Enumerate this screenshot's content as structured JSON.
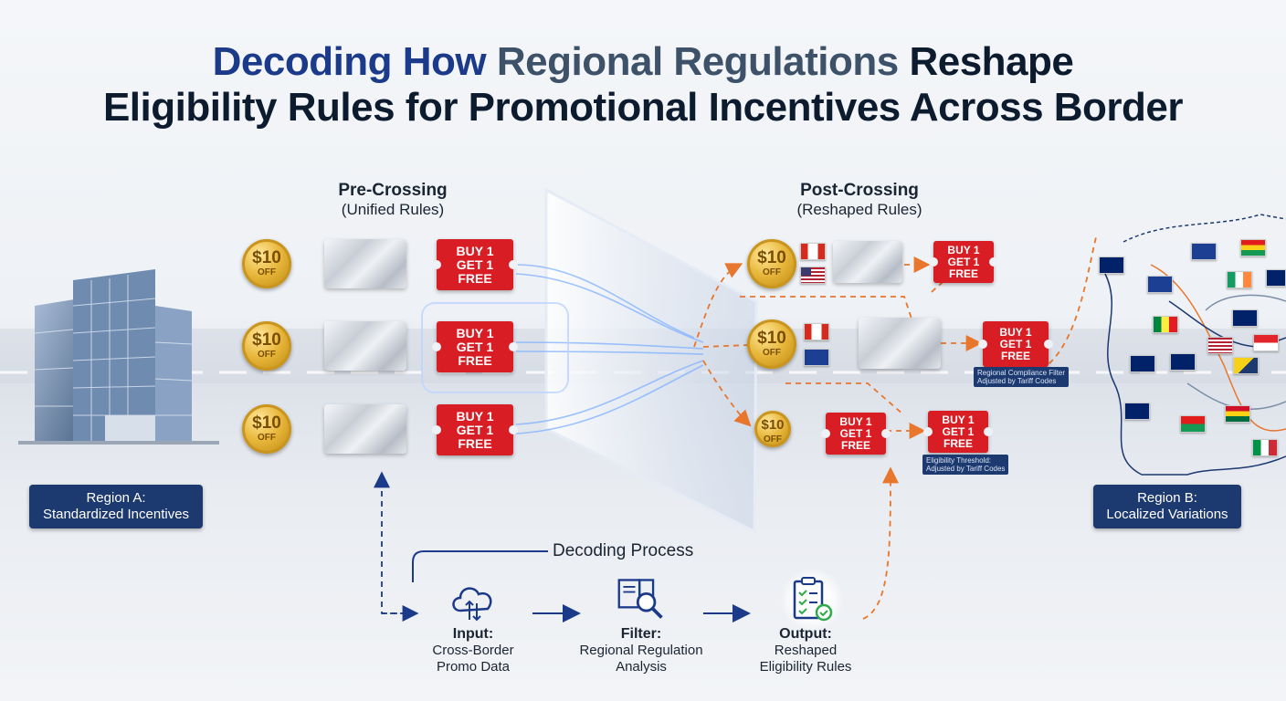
{
  "title": {
    "part1": "Decoding How",
    "part2": "Regional Regulations",
    "part3": "Reshape",
    "line2": "Eligibility Rules for Promotional Incentives Across Border"
  },
  "pre": {
    "heading": "Pre-Crossing",
    "sub": "(Unified Rules)"
  },
  "post": {
    "heading": "Post-Crossing",
    "sub": "(Reshaped Rules)"
  },
  "coin": {
    "value": "$10",
    "off": "OFF"
  },
  "ticket": {
    "l1": "BUY 1",
    "l2": "GET 1",
    "l3": "FREE"
  },
  "region_a": {
    "title": "Region A:",
    "sub": "Standardized Incentives"
  },
  "region_b": {
    "title": "Region B:",
    "sub": "Localized Variations"
  },
  "tags": {
    "t1a": "Regional Compliance Filter",
    "t1b": "Adjusted by Tariff Codes",
    "t2a": "Eligibility Threshold:",
    "t2b": "Adjusted by Tariff Codes"
  },
  "process": {
    "title": "Decoding Process",
    "steps": [
      {
        "title": "Input:",
        "l1": "Cross-Border",
        "l2": "Promo Data",
        "icon": "cloud-sync-icon"
      },
      {
        "title": "Filter:",
        "l1": "Regional Regulation",
        "l2": "Analysis",
        "icon": "document-search-icon"
      },
      {
        "title": "Output:",
        "l1": "Reshaped",
        "l2": "Eligibility Rules",
        "icon": "checklist-icon"
      }
    ]
  },
  "colors": {
    "navy": "#1c3970",
    "red": "#d81e24",
    "gold": "#e8b73c",
    "orange": "#e8762c",
    "arrow": "#1b3a8a"
  }
}
